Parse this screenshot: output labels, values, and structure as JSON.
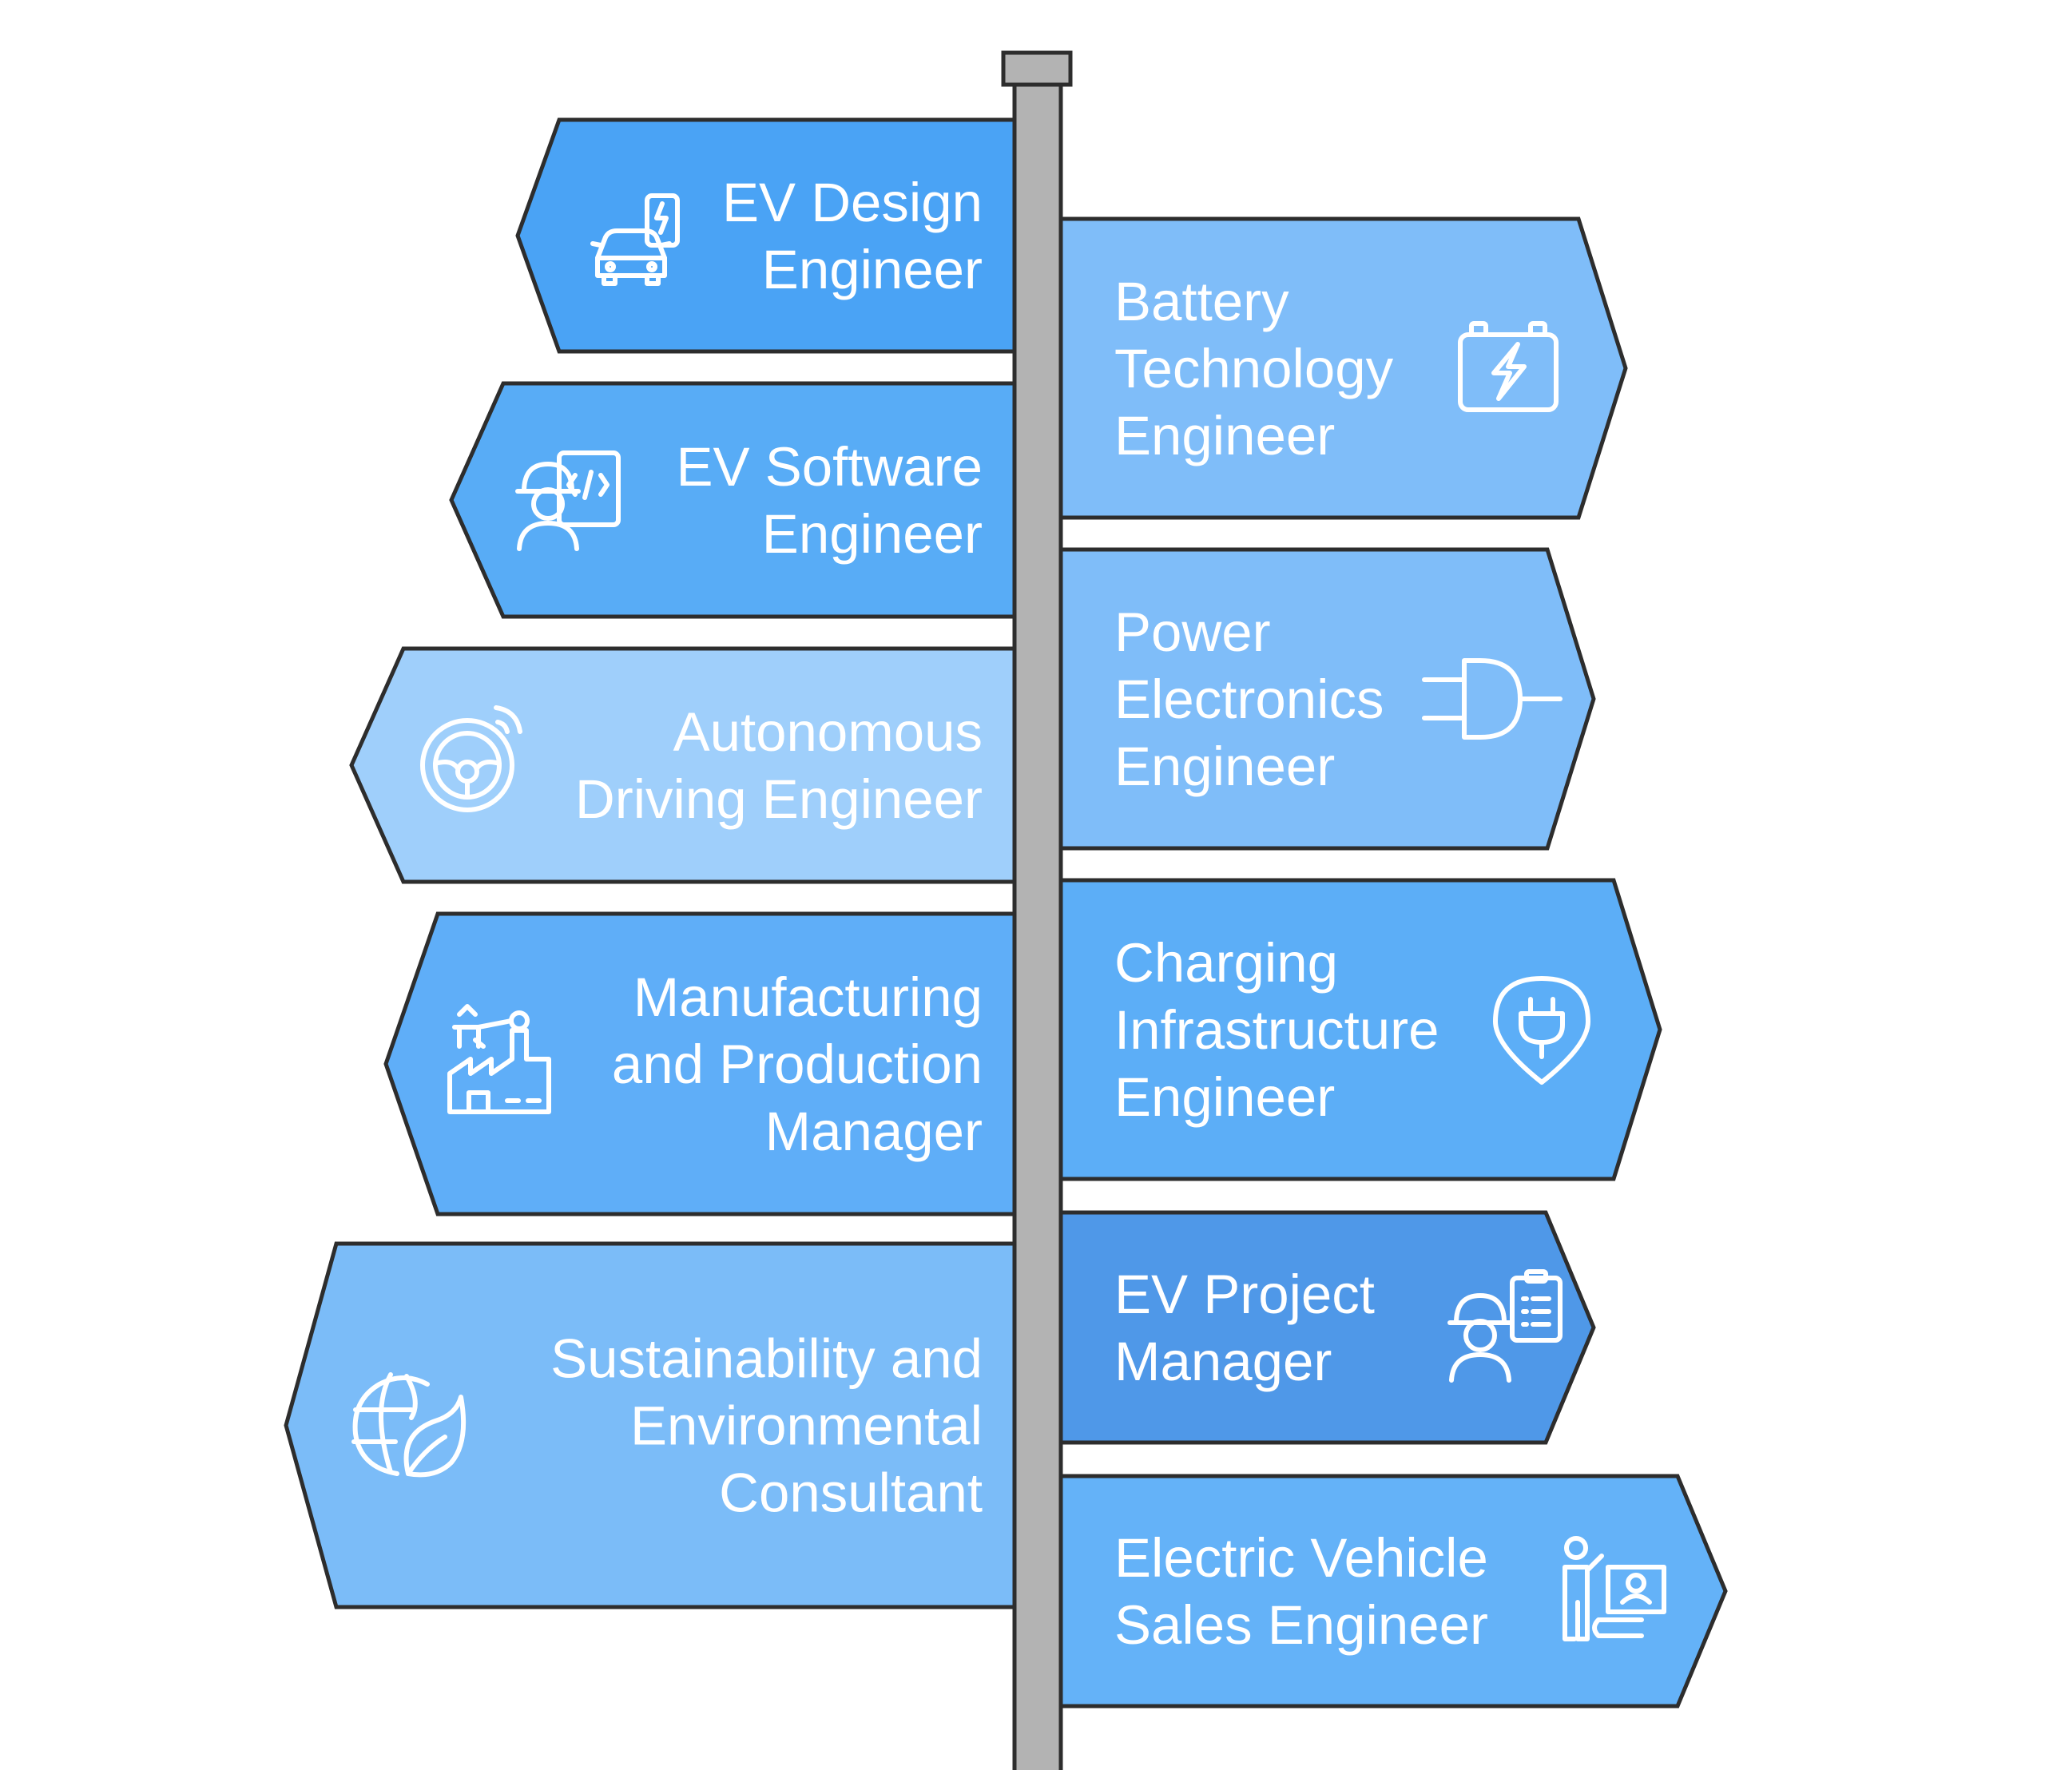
{
  "colors": {
    "pole_fill": "#b3b3b3",
    "outline": "#2d2d2d",
    "text": "#ffffff"
  },
  "signs": [
    {
      "id": "ev-design-engineer",
      "lines": [
        "EV Design",
        "Engineer"
      ],
      "side": "left",
      "color": "#4aa3f5",
      "icon": "ev-charging-car-icon"
    },
    {
      "id": "battery-technology-engineer",
      "lines": [
        "Battery",
        "Technology",
        "Engineer"
      ],
      "side": "right",
      "color": "#7fbdf9",
      "icon": "battery-icon"
    },
    {
      "id": "ev-software-engineer",
      "lines": [
        "EV Software",
        "Engineer"
      ],
      "side": "left",
      "color": "#58acf6",
      "icon": "software-engineer-icon"
    },
    {
      "id": "power-electronics-engineer",
      "lines": [
        "Power",
        "Electronics",
        "Engineer"
      ],
      "side": "right",
      "color": "#7fbdf9",
      "icon": "plug-icon"
    },
    {
      "id": "autonomous-driving-engineer",
      "lines": [
        "Autonomous",
        "Driving Engineer"
      ],
      "side": "left",
      "color": "#9fcffb",
      "icon": "steering-wheel-icon"
    },
    {
      "id": "charging-infrastructure-engineer",
      "lines": [
        "Charging",
        "Infrastructure",
        "Engineer"
      ],
      "side": "right",
      "color": "#5caef7",
      "icon": "charging-location-icon"
    },
    {
      "id": "manufacturing-production-manager",
      "lines": [
        "Manufacturing",
        "and Production",
        "Manager"
      ],
      "side": "left",
      "color": "#5faef8",
      "icon": "factory-robot-icon"
    },
    {
      "id": "ev-project-manager",
      "lines": [
        "EV Project",
        "Manager"
      ],
      "side": "right",
      "color": "#4f98e8",
      "icon": "project-manager-icon"
    },
    {
      "id": "sustainability-environmental-consultant",
      "lines": [
        "Sustainability and",
        "Environmental",
        "Consultant"
      ],
      "side": "left",
      "color": "#7bbcf8",
      "icon": "globe-leaf-icon"
    },
    {
      "id": "electric-vehicle-sales-engineer",
      "lines": [
        "Electric Vehicle",
        "Sales Engineer"
      ],
      "side": "right",
      "color": "#64b2f8",
      "icon": "sales-presenter-icon"
    }
  ]
}
